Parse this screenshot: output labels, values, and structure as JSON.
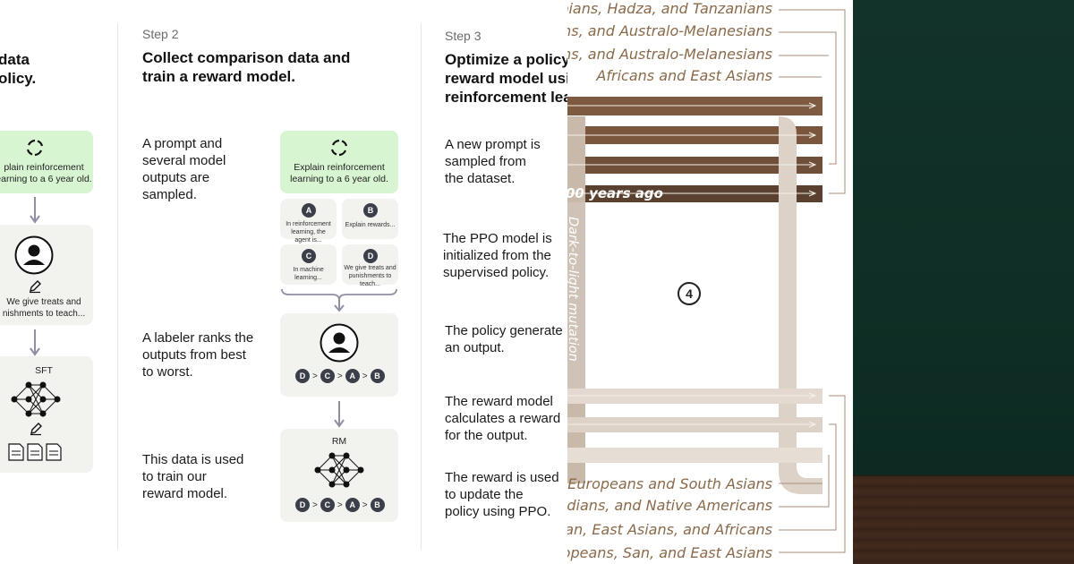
{
  "left_panel": {
    "step1": {
      "title_partial": "data\nolicy.",
      "prompt": "plain reinforcement\nearning to a 6 year old.",
      "demo_text": "We give treats and\nnishments to teach...",
      "model_label": "SFT"
    },
    "step2": {
      "label": "Step 2",
      "title": "Collect comparison data and\ntrain a reward model.",
      "desc1": "A prompt and\nseveral model\noutputs are\nsampled.",
      "desc2": "A labeler ranks the\noutputs from best\nto worst.",
      "desc3": "This data is used\nto train our\nreward model.",
      "prompt": "Explain reinforcement\nlearning to a 6 year old.",
      "outputs": [
        {
          "badge": "A",
          "text": "In reinforcement\nlearning, the\nagent is..."
        },
        {
          "badge": "B",
          "text": "Explain rewards..."
        },
        {
          "badge": "C",
          "text": "In machine\nlearning..."
        },
        {
          "badge": "D",
          "text": "We give treats and\npunishments to\nteach..."
        }
      ],
      "ranking": [
        "D",
        ">",
        "C",
        ">",
        "A",
        ">",
        "B"
      ],
      "rm_label": "RM"
    },
    "step3": {
      "label": "Step 3",
      "title": "Optimize a policy\nreward model usi\nreinforcement lea",
      "desc1": "A new prompt is\nsampled from\nthe dataset.",
      "desc2": "The PPO model is\ninitialized from the\nsupervised policy.",
      "desc3": "The policy generate\nan output.",
      "desc4": "The reward model\ncalculates a reward\nfor the output.",
      "desc5": "The reward is used\nto update the\npolicy using PPO."
    }
  },
  "mid_panel": {
    "top_labels": [
      "pians, Hadza, and Tanzanians",
      "ns, and Australo-Melanesians",
      "ns, and Australo-Melanesians",
      "Africans and East Asians"
    ],
    "years_label": "00 years ago",
    "left_vertical": "Dark-to-light mutation",
    "right_vertical": "Dark-to-light mutation",
    "marker": "4",
    "bottom_labels": [
      "Europeans and South Asians",
      "ndians, and Native Americans",
      "San, East Asians, and Africans",
      "ropeans, San, and East Asians"
    ],
    "colors": {
      "dark_band": "#5e4532",
      "mid_band": "#7d5a40",
      "light_band": "#d9cdc3",
      "label_brown": "#8a6a4a"
    }
  },
  "right_panel": {
    "background": "#0f2e25",
    "floor": "#3b251a"
  }
}
